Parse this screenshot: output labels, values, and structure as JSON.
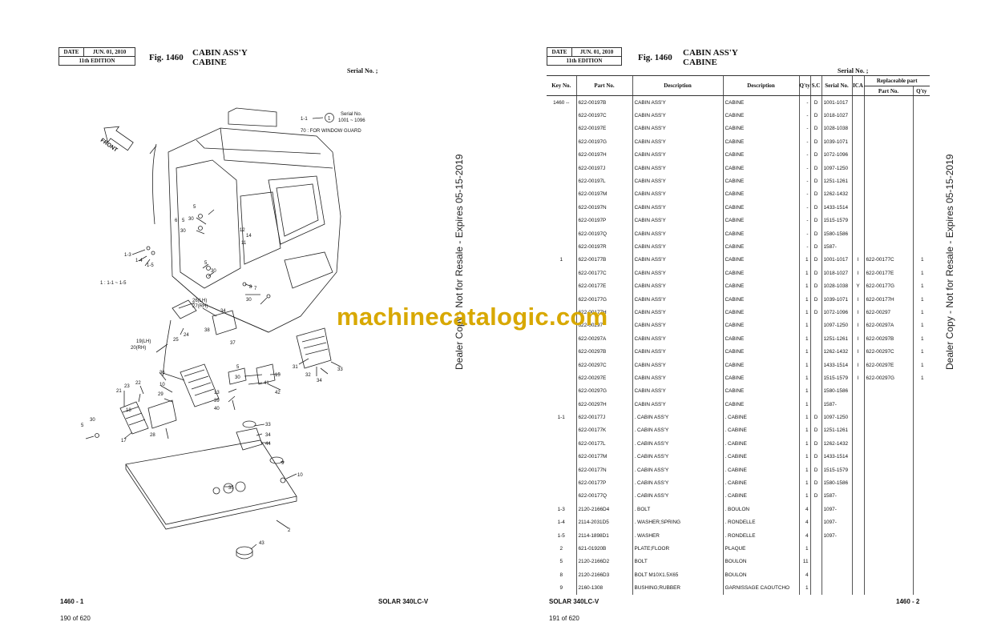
{
  "left_page": {
    "date_label": "DATE",
    "date_value": "JUN. 01, 2010",
    "edition": "11th EDITION",
    "fig_no": "Fig. 1460",
    "title_en": "CABIN ASS'Y",
    "title_fr": "CABINE",
    "serial_label": "Serial No. ;",
    "footer_left": "1460 - 1",
    "footer_right": "SOLAR 340LC-V",
    "page_count": "190 of 620"
  },
  "right_page": {
    "date_label": "DATE",
    "date_value": "JUN. 01, 2010",
    "edition": "11th EDITION",
    "fig_no": "Fig. 1460",
    "title_en": "CABIN ASS'Y",
    "title_fr": "CABINE",
    "serial_label": "Serial No. ;",
    "footer_left": "SOLAR 340LC-V",
    "footer_right": "1460 - 2",
    "page_count": "191 of 620"
  },
  "table_headers": {
    "key": "Key No.",
    "part": "Part No.",
    "desc1": "Description",
    "desc2": "Description",
    "qty": "Q'ty",
    "sc": "S.C",
    "serial": "Serial No.",
    "ica": "ICA",
    "replaceable": "Replaceable part",
    "rp_part": "Part No.",
    "rp_qty": "Q'ty"
  },
  "rows": [
    [
      "1460 --",
      "622-00197B",
      "CABIN ASS'Y",
      "CABINE",
      "-",
      "D",
      "1001-1017",
      "",
      "",
      ""
    ],
    [
      "",
      "622-00197C",
      "CABIN ASS'Y",
      "CABINE",
      "-",
      "D",
      "1018-1027",
      "",
      "",
      ""
    ],
    [
      "",
      "622-00197E",
      "CABIN ASS'Y",
      "CABINE",
      "-",
      "D",
      "1028-1038",
      "",
      "",
      ""
    ],
    [
      "",
      "622-00197G",
      "CABIN ASS'Y",
      "CABINE",
      "-",
      "D",
      "1039-1071",
      "",
      "",
      ""
    ],
    [
      "",
      "622-00197H",
      "CABIN ASS'Y",
      "CABINE",
      "-",
      "D",
      "1072-1096",
      "",
      "",
      ""
    ],
    [
      "",
      "622-00197J",
      "CABIN ASS'Y",
      "CABINE",
      "-",
      "D",
      "1097-1250",
      "",
      "",
      ""
    ],
    [
      "",
      "622-00197L",
      "CABIN ASS'Y",
      "CABINE",
      "-",
      "D",
      "1251-1261",
      "",
      "",
      ""
    ],
    [
      "",
      "622-00197M",
      "CABIN ASS'Y",
      "CABINE",
      "-",
      "D",
      "1262-1432",
      "",
      "",
      ""
    ],
    [
      "",
      "622-00197N",
      "CABIN ASS'Y",
      "CABINE",
      "-",
      "D",
      "1433-1514",
      "",
      "",
      ""
    ],
    [
      "",
      "622-00197P",
      "CABIN ASS'Y",
      "CABINE",
      "-",
      "D",
      "1515-1579",
      "",
      "",
      ""
    ],
    [
      "",
      "622-00197Q",
      "CABIN ASS'Y",
      "CABINE",
      "-",
      "D",
      "1580-1586",
      "",
      "",
      ""
    ],
    [
      "",
      "622-00197R",
      "CABIN ASS'Y",
      "CABINE",
      "-",
      "D",
      "1587-",
      "",
      "",
      ""
    ],
    [
      "1",
      "622-00177B",
      "CABIN ASS'Y",
      "CABINE",
      "1",
      "D",
      "1001-1017",
      "I",
      "622-00177C",
      "1"
    ],
    [
      "",
      "622-00177C",
      "CABIN ASS'Y",
      "CABINE",
      "1",
      "D",
      "1018-1027",
      "I",
      "622-00177E",
      "1"
    ],
    [
      "",
      "622-00177E",
      "CABIN ASS'Y",
      "CABINE",
      "1",
      "D",
      "1028-1038",
      "Y",
      "622-00177G",
      "1"
    ],
    [
      "",
      "622-00177G",
      "CABIN ASS'Y",
      "CABINE",
      "1",
      "D",
      "1039-1071",
      "I",
      "622-00177H",
      "1"
    ],
    [
      "",
      "622-00177H",
      "CABIN ASS'Y",
      "CABINE",
      "1",
      "D",
      "1072-1096",
      "I",
      "622-00297",
      "1"
    ],
    [
      "",
      "622-00297",
      "CABIN ASS'Y",
      "CABINE",
      "1",
      "",
      "1097-1250",
      "I",
      "622-00297A",
      "1"
    ],
    [
      "",
      "622-00297A",
      "CABIN ASS'Y",
      "CABINE",
      "1",
      "",
      "1251-1261",
      "I",
      "622-00297B",
      "1"
    ],
    [
      "",
      "622-00297B",
      "CABIN ASS'Y",
      "CABINE",
      "1",
      "",
      "1262-1432",
      "I",
      "622-00297C",
      "1"
    ],
    [
      "",
      "622-00297C",
      "CABIN ASS'Y",
      "CABINE",
      "1",
      "",
      "1433-1514",
      "I",
      "622-00297E",
      "1"
    ],
    [
      "",
      "622-00297E",
      "CABIN ASS'Y",
      "CABINE",
      "1",
      "",
      "1515-1579",
      "I",
      "622-00297G",
      "1"
    ],
    [
      "",
      "622-00297G",
      "CABIN ASS'Y",
      "CABINE",
      "1",
      "",
      "1580-1586",
      "",
      "",
      ""
    ],
    [
      "",
      "622-00297H",
      "CABIN ASS'Y",
      "CABINE",
      "1",
      "",
      "1587-",
      "",
      "",
      ""
    ],
    [
      "1-1",
      "622-00177J",
      ". CABIN ASS'Y",
      ". CABINE",
      "1",
      "D",
      "1097-1250",
      "",
      "",
      ""
    ],
    [
      "",
      "622-00177K",
      ". CABIN ASS'Y",
      ". CABINE",
      "1",
      "D",
      "1251-1261",
      "",
      "",
      ""
    ],
    [
      "",
      "622-00177L",
      ". CABIN ASS'Y",
      ". CABINE",
      "1",
      "D",
      "1262-1432",
      "",
      "",
      ""
    ],
    [
      "",
      "622-00177M",
      ". CABIN ASS'Y",
      ". CABINE",
      "1",
      "D",
      "1433-1514",
      "",
      "",
      ""
    ],
    [
      "",
      "622-00177N",
      ". CABIN ASS'Y",
      ". CABINE",
      "1",
      "D",
      "1515-1579",
      "",
      "",
      ""
    ],
    [
      "",
      "622-00177P",
      ". CABIN ASS'Y",
      ". CABINE",
      "1",
      "D",
      "1580-1586",
      "",
      "",
      ""
    ],
    [
      "",
      "622-00177Q",
      ". CABIN ASS'Y",
      ". CABINE",
      "1",
      "D",
      "1587-",
      "",
      "",
      ""
    ],
    [
      "1-3",
      "2120-2166D4",
      ". BOLT",
      ". BOULON",
      "4",
      "",
      "1097-",
      "",
      "",
      ""
    ],
    [
      "1-4",
      "2114-2031D5",
      ". WASHER;SPRING",
      ". RONDELLE",
      "4",
      "",
      "1097-",
      "",
      "",
      ""
    ],
    [
      "1-5",
      "2114-1898D1",
      ". WASHER",
      ". RONDELLE",
      "4",
      "",
      "1097-",
      "",
      "",
      ""
    ],
    [
      "2",
      "621-01920B",
      "PLATE;FLOOR",
      "PLAQUE",
      "1",
      "",
      "",
      "",
      "",
      ""
    ],
    [
      "5",
      "2120-2166D2",
      "BOLT",
      "BOULON",
      "11",
      "",
      "",
      "",
      "",
      ""
    ],
    [
      "8",
      "2120-2166D3",
      "BOLT M10X1.5X65",
      "BOULON",
      "4",
      "",
      "",
      "",
      "",
      ""
    ],
    [
      "9",
      "2160-1308",
      "BUSHING;RUBBER",
      "GARNISSAGE CAOUTCHO",
      "1",
      "",
      "",
      "",
      "",
      ""
    ]
  ],
  "side_marks": {
    "left": "Dealer Copy - Not for Resale - Expires 05-15-2019",
    "right": "Dealer Copy - Not for Resale - Expires 05-15-2019"
  },
  "watermark": "machinecatalogic.com",
  "diagram_labels": {
    "front": "FRONT",
    "callout_num": "1",
    "callout_ref": "1-1",
    "serial_note_1": "Serial No.",
    "serial_note_2": "1001 ~ 1096",
    "window_guard": "70 : FOR WINDOW GUARD",
    "sub_ref": "1 : 1-1 ~ 1-5",
    "l5a": "5",
    "l6": "6",
    "l30a": "30",
    "l30b": "30",
    "l5b": "5",
    "l13": "1-3",
    "l14": "1-4",
    "l15": "1-5",
    "l5c": "5",
    "l30c": "30",
    "l12": "12",
    "l14b": "14",
    "l11": "11",
    "l7": "7",
    "l8": "8",
    "l30d": "30",
    "l26": "26(LH)",
    "l27": "27(RH)",
    "l34a": "34",
    "l38": "38",
    "l37": "37",
    "l19": "19(LH)",
    "l20": "20(RH)",
    "l25": "25",
    "l24": "24",
    "l5d": "5",
    "l30e": "30",
    "l15b": "15",
    "l41": "41",
    "l42": "42",
    "l13b": "13",
    "l39": "39",
    "l40": "40",
    "l31": "31",
    "l32": "32",
    "l34b": "34",
    "l33a": "33",
    "l36": "36",
    "l10": "10",
    "l29": "29",
    "l22": "22",
    "l23": "23",
    "l21": "21",
    "l18": "18",
    "l28": "28",
    "l17": "17",
    "l5e": "5",
    "l30f": "30",
    "l33b": "33",
    "l34c": "34",
    "l44": "44",
    "l9": "9",
    "l10b": "10",
    "l35": "35",
    "l2": "2",
    "l43": "43"
  }
}
